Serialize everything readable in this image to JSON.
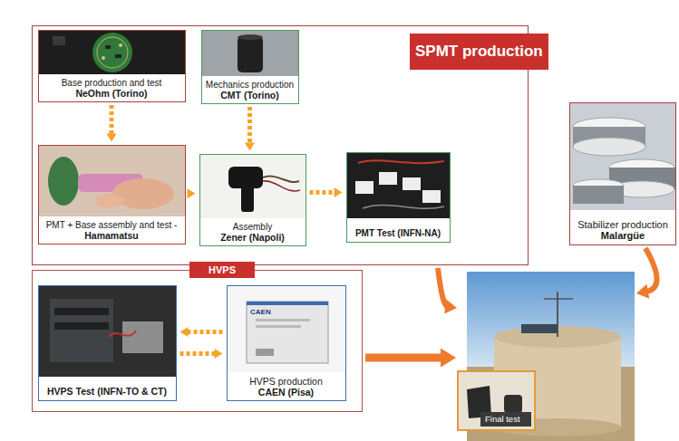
{
  "diagram": {
    "nodes": [
      {
        "text": [
          "SPMT production"
        ]
      },
      {
        "text": [
          "Base production and test",
          "NeOhm (Torino)"
        ],
        "in": 0
      },
      {
        "text": [
          "Mechanics production",
          "CMT (Torino)"
        ],
        "in": 0
      },
      {
        "text": [
          "PMT + Base assembly and test -",
          "Hamamatsu"
        ],
        "in": 0
      },
      {
        "text": [
          "Assembly",
          "Zener (Napoli)"
        ],
        "in": 0
      },
      {
        "text": [
          "PMT Test (INFN-NA)"
        ],
        "in": 0
      },
      {
        "text": [
          "Stabilizer production",
          "Malargüe"
        ]
      },
      {
        "text": [
          "HVPS"
        ]
      },
      {
        "text": [
          "HVPS Test (INFN-TO & CT)"
        ],
        "in": 7
      },
      {
        "text": [
          "HVPS production",
          "CAEN (Pisa)"
        ],
        "in": 7
      },
      {
        "text": [
          "Final test"
        ]
      }
    ],
    "edges": [
      {
        "from": 1,
        "to": 3,
        "arrow": "to"
      },
      {
        "from": 2,
        "to": 4,
        "arrow": "to"
      },
      {
        "from": 3,
        "to": 4,
        "arrow": "to"
      },
      {
        "from": 4,
        "to": 5,
        "arrow": "to"
      },
      {
        "from": 9,
        "to": 8,
        "arrow": "to"
      },
      {
        "from": 8,
        "to": 9,
        "arrow": "to"
      },
      {
        "from": 0,
        "to": 10,
        "arrow": "to"
      },
      {
        "from": 6,
        "to": 10,
        "arrow": "to"
      },
      {
        "from": 7,
        "to": 10,
        "arrow": "to"
      }
    ],
    "labels": [
      "CAEN"
    ]
  }
}
